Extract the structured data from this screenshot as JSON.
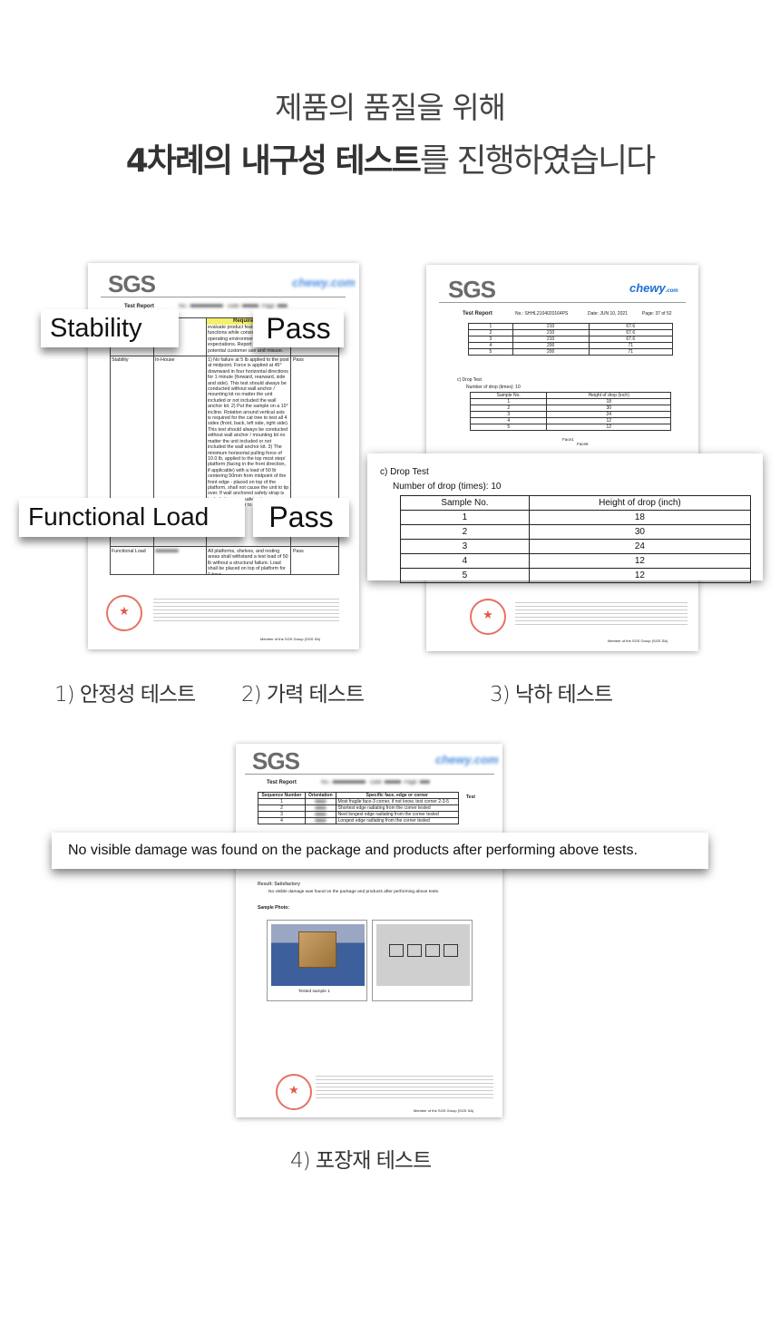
{
  "headline": {
    "line1": "제품의 품질을 위해",
    "line2_bold": "4차례의 내구성 테스트",
    "line2_rest": "를 진행하였습니다"
  },
  "doc1": {
    "logo": "SGS",
    "brand": "chewy.com",
    "report_title": "Test Report",
    "col_requirement": "Requirement",
    "req_intro": "evaluate product features and functions while considering how the operating environment and user expectations. Report defects and potential customer use and misuse.",
    "stability_row": {
      "item": "Stability",
      "method": "In-House",
      "text": "1) No failure at 5 lb applied to the post at midpoint. Force is applied at 45° downward in four horizontal directions for 1 minute (forward, rearward, side and side). This test should always be conducted without wall anchor / mounting kit no matter the unit included or not included the wall anchor kit. 2) Put the sample on a 10° incline. Rotation around vertical axis is required for the cat tree to test all 4 sides (front, back, left side, right side). This test should always be conducted without wall anchor / mounting kit no matter the unit included or not included the wall anchor kit. 3) The minimum horizontal pulling force of 10.0 lb, applied to the top most step/ platform (facing in the front direction, if applicable) with a load of 50 lb centering 50mm from midpoint of the front edge - placed on top of the platform, shall not cause the unit to tip over. If wall anchored safety strap is included, secure safety strap appropriately prior to testing.",
      "result": "Pass"
    },
    "functional_row": {
      "item": "Functional Load",
      "text": "All platforms, shelves, and resting areas shall withstand a test load of 50 lb without a structural failure. Load shall be placed on top of platform for 1 hour.",
      "result": "Pass"
    },
    "footer_member": "Member of the SGS Group (SGS SA)"
  },
  "pop_stability": {
    "label": "Stability",
    "result": "Pass"
  },
  "pop_functional": {
    "label": "Functional Load",
    "result": "Pass"
  },
  "doc2": {
    "logo": "SGS",
    "brand": "chewy",
    "brand_suffix": ".com",
    "report_title": "Test Report",
    "report_no": "No.: SHHL2104020164PS",
    "date": "Date: JUN 10, 2021",
    "page": "Page: 37 of 52",
    "top_rows": [
      [
        "1",
        "210",
        "67.6"
      ],
      [
        "2",
        "210",
        "67.6"
      ],
      [
        "3",
        "210",
        "67.6"
      ],
      [
        "4",
        "200",
        "71"
      ],
      [
        "5",
        "200",
        "71"
      ]
    ],
    "drop_title": "c)   Drop Test",
    "drop_count": "Number of drop (times): 10",
    "col_sample": "Sample No.",
    "col_height": "Height of drop (inch)",
    "face1": "Face1",
    "face6": "Face6",
    "footer_member": "Member of the SGS Group (SGS SA)"
  },
  "drop_pop": {
    "title": "c)   Drop Test",
    "count": "Number of drop (times): 10",
    "col_sample": "Sample No.",
    "col_height": "Height of drop (inch)",
    "rows": [
      [
        "1",
        "18"
      ],
      [
        "2",
        "30"
      ],
      [
        "3",
        "24"
      ],
      [
        "4",
        "12"
      ],
      [
        "5",
        "12"
      ]
    ]
  },
  "doc3": {
    "logo": "SGS",
    "brand": "chewy.com",
    "report_title": "Test Report",
    "test_label": "Test",
    "col_sequence": "Sequence Number",
    "col_orientation": "Orientation",
    "col_face": "Specific face, edge or corner",
    "rows": [
      [
        "1",
        "Most fragile face-3 corner, if not know, test corner 2-3-5"
      ],
      [
        "2",
        "Shortest edge radiating from the corner tested"
      ],
      [
        "3",
        "Next longest edge radiating from the corner tested"
      ],
      [
        "4",
        "Longest edge radiating from the corner tested"
      ]
    ],
    "result": "Result: Satisfactory",
    "result_text": "No visible damage was found on the package and products after performing above tests.",
    "sample_photo": "Sample Photo:",
    "photo_caption": "Tested sample 1",
    "footer_member": "Member of the SGS Group (SGS SA)"
  },
  "damage_bar": "No visible damage was found on the package and products after performing above tests.",
  "captions": {
    "c1": "1) 안정성 테스트",
    "c2": "2) 가력 테스트",
    "c3": "3) 낙하 테스트",
    "c4": "4) 포장재  테스트"
  }
}
